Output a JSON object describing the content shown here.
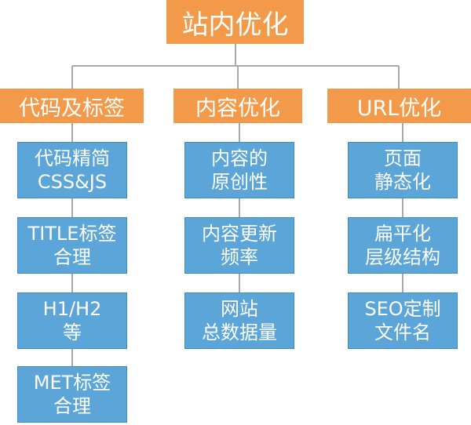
{
  "colors": {
    "root_bg": "#f39a4a",
    "category_bg": "#f39a4a",
    "leaf_bg": "#5ba5d9",
    "leaf_border": "#3f8cc4",
    "line": "#a9a9a9",
    "text": "#ffffff"
  },
  "root": {
    "label": "站内优化"
  },
  "categories": [
    {
      "label": "代码及标签",
      "items": [
        {
          "line1": "代码精简",
          "line2": "CSS&JS"
        },
        {
          "line1": "TITLE标签",
          "line2": "合理"
        },
        {
          "line1": "H1/H2",
          "line2": "等"
        },
        {
          "line1": "MET标签",
          "line2": "合理"
        }
      ]
    },
    {
      "label": "内容优化",
      "items": [
        {
          "line1": "内容的",
          "line2": "原创性"
        },
        {
          "line1": "内容更新",
          "line2": "频率"
        },
        {
          "line1": "网站",
          "line2": "总数据量"
        }
      ]
    },
    {
      "label": "URL优化",
      "items": [
        {
          "line1": "页面",
          "line2": "静态化"
        },
        {
          "line1": "扁平化",
          "line2": "层级结构"
        },
        {
          "line1": "SEO定制",
          "line2": "文件名"
        }
      ]
    }
  ]
}
